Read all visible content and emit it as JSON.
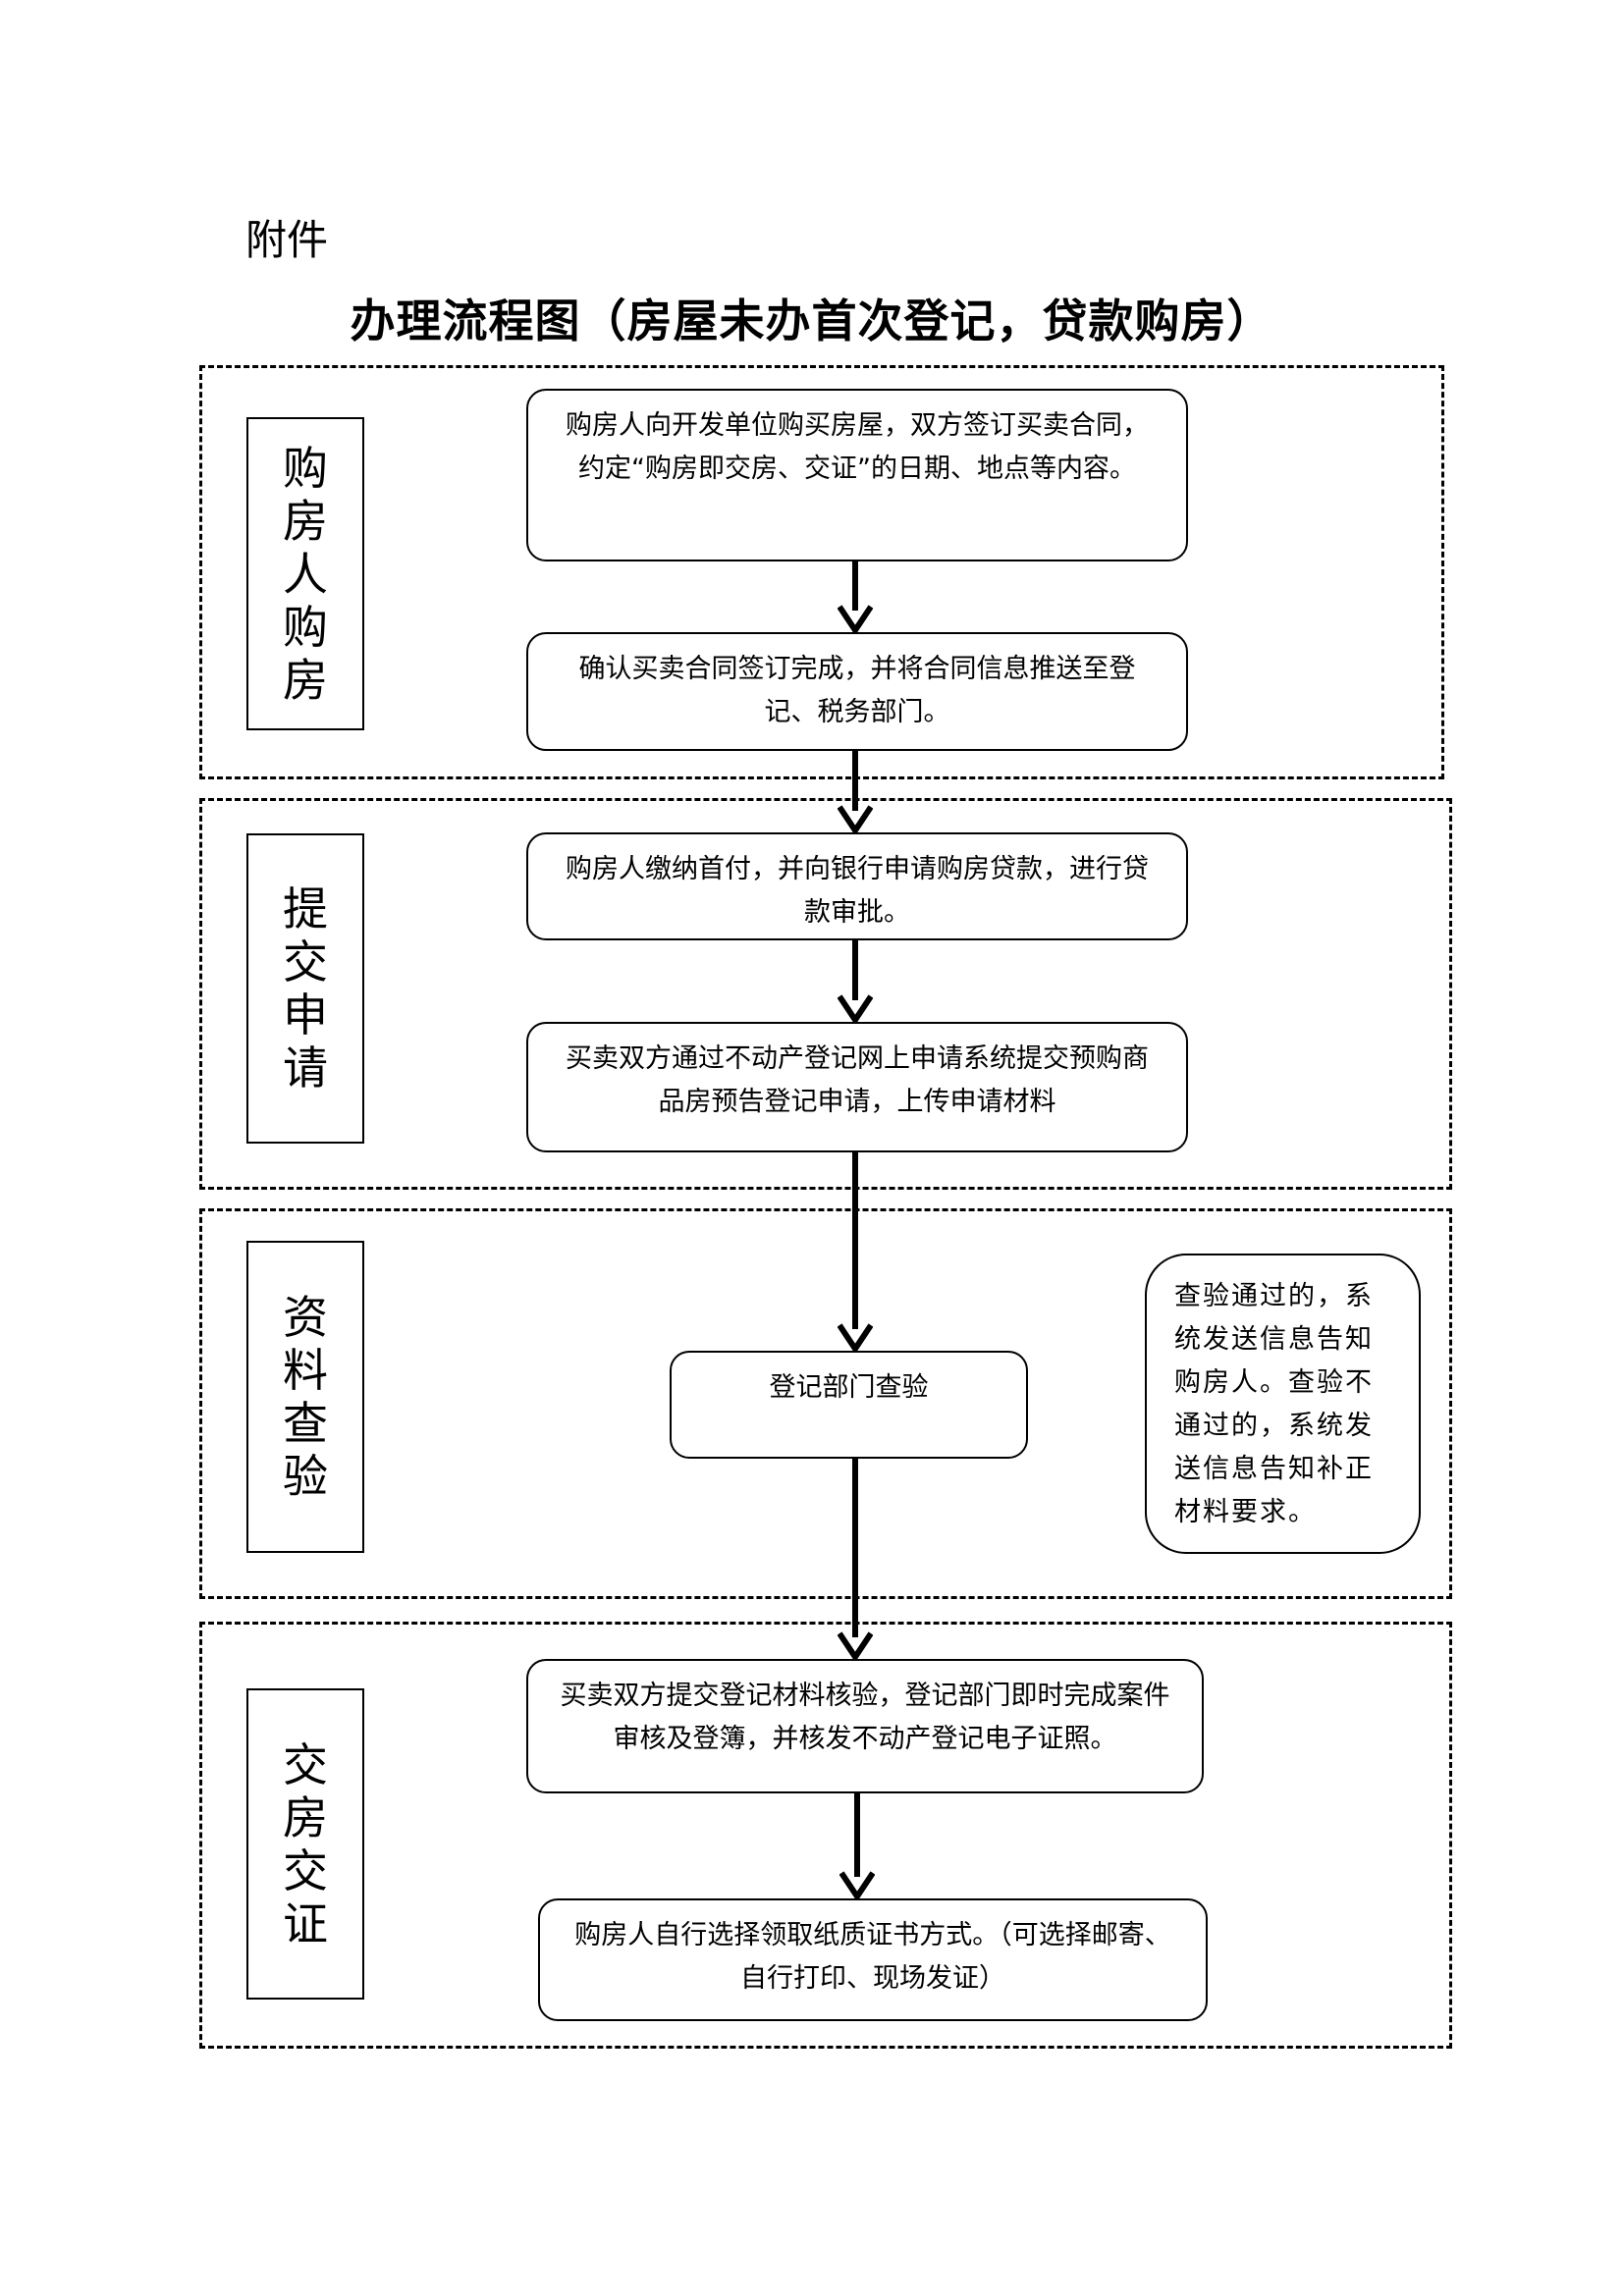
{
  "header": {
    "annex": "附件",
    "title": "办理流程图（房屋未办首次登记，贷款购房）"
  },
  "stages": [
    {
      "label": "购房人购房",
      "steps": [
        "购房人向开发单位购买房屋，双方签订买卖合同，约定“购房即交房、交证”的日期、地点等内容。",
        "确认买卖合同签订完成，并将合同信息推送至登记、税务部门。"
      ]
    },
    {
      "label": "提交申请",
      "steps": [
        "购房人缴纳首付，并向银行申请购房贷款，进行贷款审批。",
        "买卖双方通过不动产登记网上申请系统提交预购商品房预告登记申请，上传申请材料"
      ]
    },
    {
      "label": "资料查验",
      "steps": [
        "登记部门查验"
      ],
      "note": "查验通过的，系统发送信息告知购房人。查验不通过的，系统发送信息告知补正材料要求。"
    },
    {
      "label": "交房交证",
      "steps": [
        "买卖双方提交登记材料核验，登记部门即时完成案件审核及登簿，并核发不动产登记电子证照。",
        "购房人自行选择领取纸质证书方式。（可选择邮寄、自行打印、现场发证）"
      ]
    }
  ],
  "colors": {
    "line": "#000000",
    "background": "#ffffff"
  }
}
